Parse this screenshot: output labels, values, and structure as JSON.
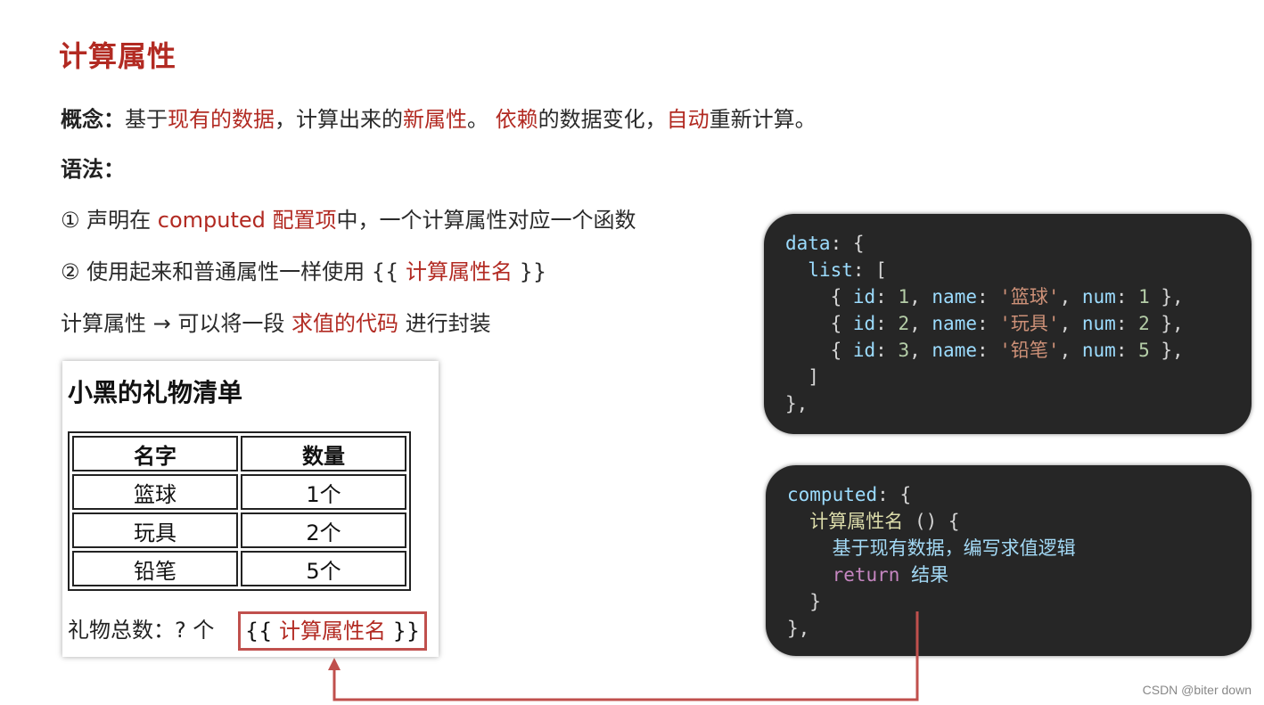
{
  "title": "计算属性",
  "concept": {
    "label": "概念：",
    "p1": "基于",
    "p2": "现有的数据",
    "p3": "，计算出来的",
    "p4": "新属性",
    "p5": "。 ",
    "p6": "依赖",
    "p7": "的数据变化，",
    "p8": "自动",
    "p9": "重新计算。"
  },
  "syntax_label": "语法：",
  "step1": {
    "a": "① 声明在 ",
    "b": "computed 配置项",
    "c": "中，一个计算属性对应一个函数"
  },
  "step2": {
    "a": "② 使用起来和普通属性一样使用 {{ ",
    "b": "计算属性名",
    "c": " }}"
  },
  "step3": {
    "a": "计算属性 → 可以将一段 ",
    "b": "求值的代码",
    "c": " 进行封装"
  },
  "card": {
    "title": "小黑的礼物清单",
    "headers": [
      "名字",
      "数量"
    ],
    "rows": [
      [
        "篮球",
        "1个"
      ],
      [
        "玩具",
        "2个"
      ],
      [
        "铅笔",
        "5个"
      ]
    ],
    "total_label": "礼物总数：? 个",
    "total_box_open": "{{ ",
    "total_box_name": "计算属性名",
    "total_box_close": " }}"
  },
  "code1": {
    "data_key": "data",
    "list_key": "list",
    "items": [
      {
        "id": "1",
        "name": "'篮球'",
        "num": "1"
      },
      {
        "id": "2",
        "name": "'玩具'",
        "num": "2"
      },
      {
        "id": "3",
        "name": "'铅笔'",
        "num": "5"
      }
    ]
  },
  "code2": {
    "computed_key": "computed",
    "fn_name": "计算属性名",
    "body": "基于现有数据，编写求值逻辑",
    "return_kw": "return",
    "return_val": "结果"
  },
  "colors": {
    "accent": "#b22a22",
    "box_border": "#c0504d",
    "code_bg": "#262626"
  },
  "watermark": "CSDN @biter down"
}
